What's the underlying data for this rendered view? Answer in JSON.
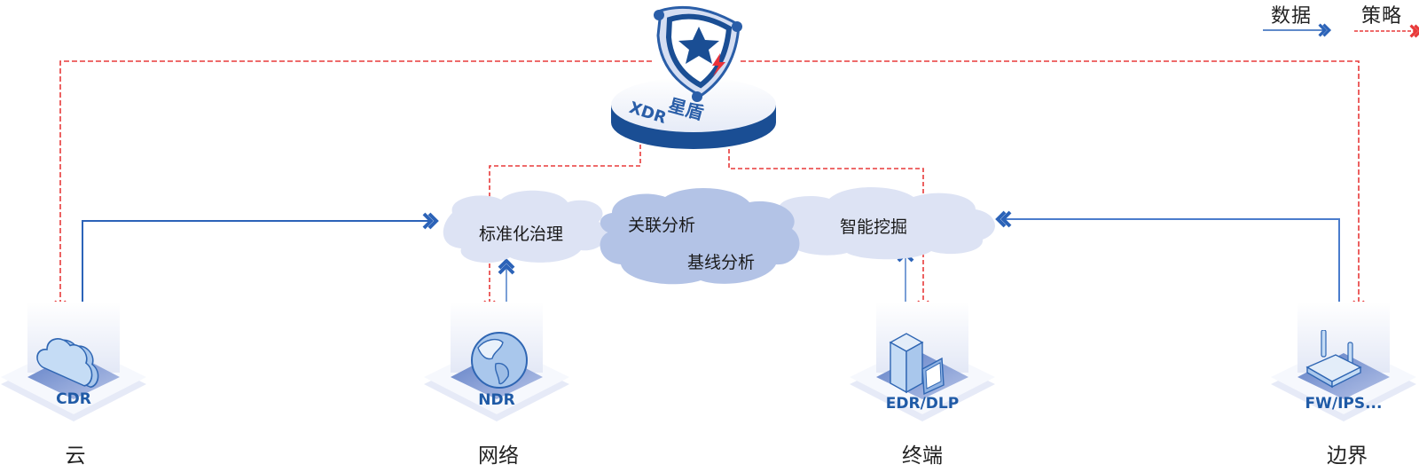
{
  "legend": {
    "data_label": "数据",
    "policy_label": "策略",
    "data_color": "#2c63b8",
    "policy_color": "#e83a3a"
  },
  "center": {
    "product_en": "XDR",
    "product_cn": "星盾",
    "primary_color": "#1a4e94",
    "accent_color": "#e8323a"
  },
  "analysis_clouds": [
    {
      "label": "标准化治理"
    },
    {
      "label": "关联分析"
    },
    {
      "label": "基线分析"
    },
    {
      "label": "智能挖掘"
    }
  ],
  "nodes": [
    {
      "id": "cloud",
      "product": "CDR",
      "group": "云",
      "icon": "cloud-icon"
    },
    {
      "id": "network",
      "product": "NDR",
      "group": "网络",
      "icon": "globe-icon"
    },
    {
      "id": "endpoint",
      "product": "EDR/DLP",
      "group": "终端",
      "icon": "computer-icon"
    },
    {
      "id": "perimeter",
      "product": "FW/IPS...",
      "group": "边界",
      "icon": "router-icon"
    }
  ]
}
